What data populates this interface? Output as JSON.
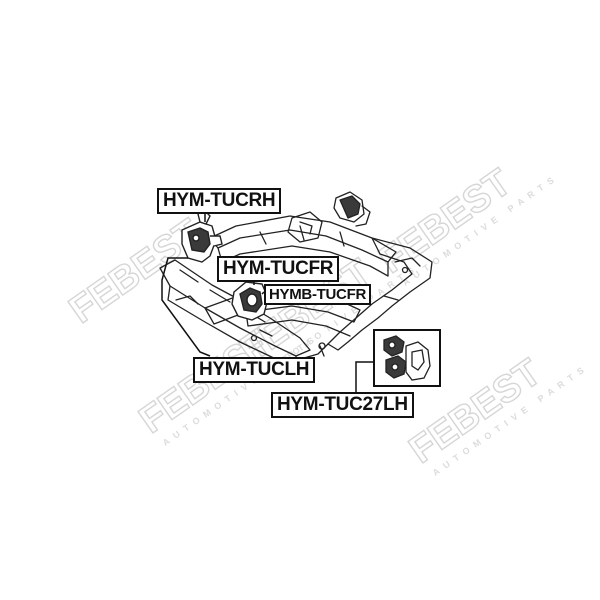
{
  "watermark": {
    "brand": "FEBEST",
    "tagline": "AUTOMOTIVE PARTS"
  },
  "labels": {
    "tucrh": "HYM-TUCRH",
    "tucfr": "HYM-TUCFR",
    "hymb_tucfr": "HYMB-TUCFR",
    "tuclh": "HYM-TUCLH",
    "tuc27lh": "HYM-TUC27LH"
  },
  "colors": {
    "line": "#222222",
    "watermark": "#d9d9d9",
    "highlight_fill": "#3a3a3a"
  }
}
